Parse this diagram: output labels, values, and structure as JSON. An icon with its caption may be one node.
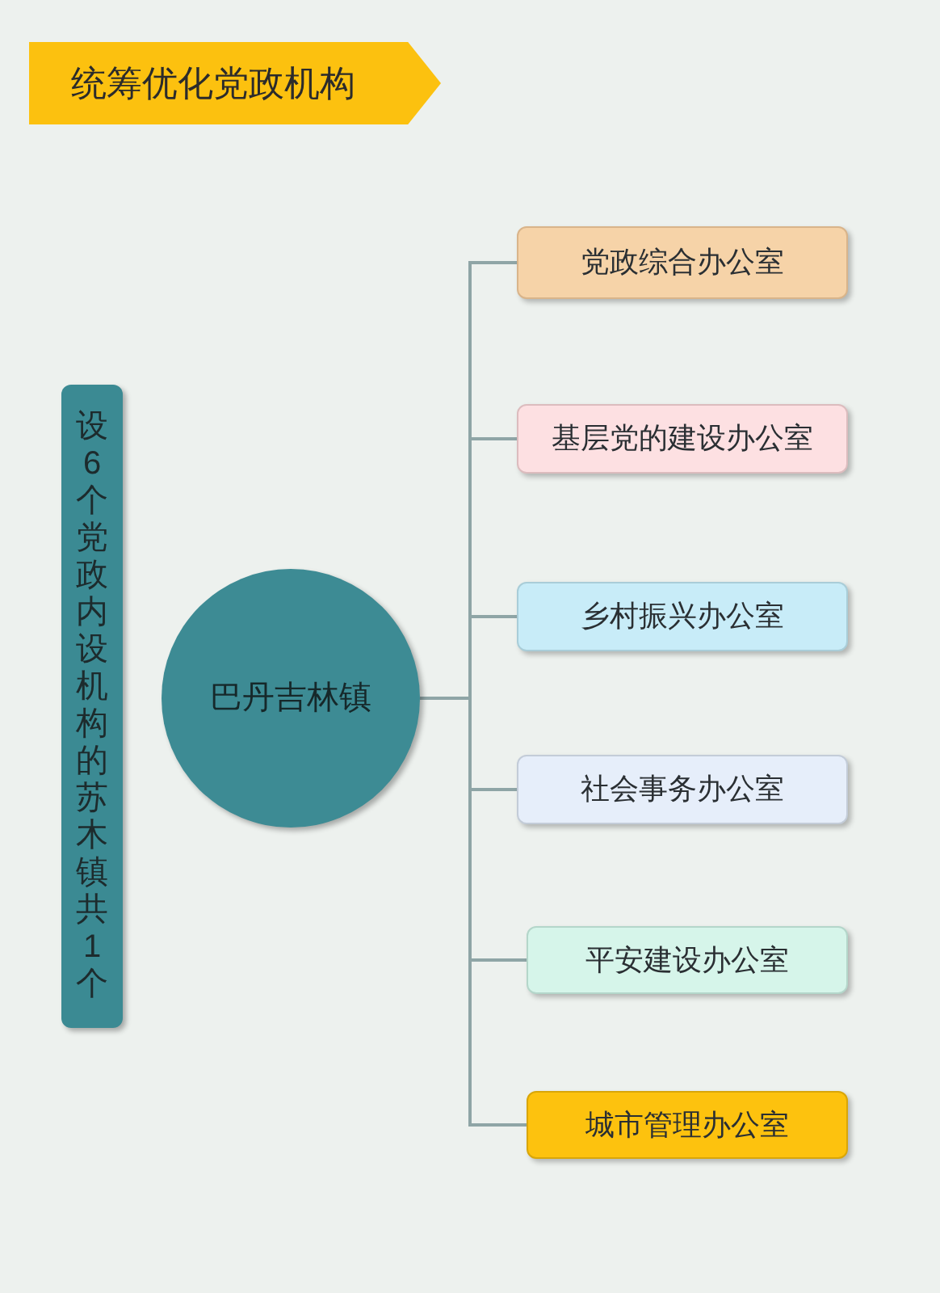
{
  "diagram": {
    "title": "统筹优化党政机构",
    "nodes": [
      {
        "text": [
          "设6个党政内设机构的苏木镇共1个"
        ]
      },
      {
        "text": [
          "巴丹吉林镇"
        ]
      },
      {
        "text": [
          "党政综合办公室"
        ]
      },
      {
        "text": [
          "基层党的建设办公室"
        ]
      },
      {
        "text": [
          "乡村振兴办公室"
        ]
      },
      {
        "text": [
          "社会事务办公室"
        ]
      },
      {
        "text": [
          "平安建设办公室"
        ]
      },
      {
        "text": [
          "城市管理办公室"
        ]
      }
    ],
    "edges": [
      {
        "from": 1,
        "to": 2,
        "arrow": "none"
      },
      {
        "from": 1,
        "to": 3,
        "arrow": "none"
      },
      {
        "from": 1,
        "to": 4,
        "arrow": "none"
      },
      {
        "from": 1,
        "to": 5,
        "arrow": "none"
      },
      {
        "from": 1,
        "to": 6,
        "arrow": "none"
      },
      {
        "from": 1,
        "to": 7,
        "arrow": "none"
      }
    ]
  }
}
